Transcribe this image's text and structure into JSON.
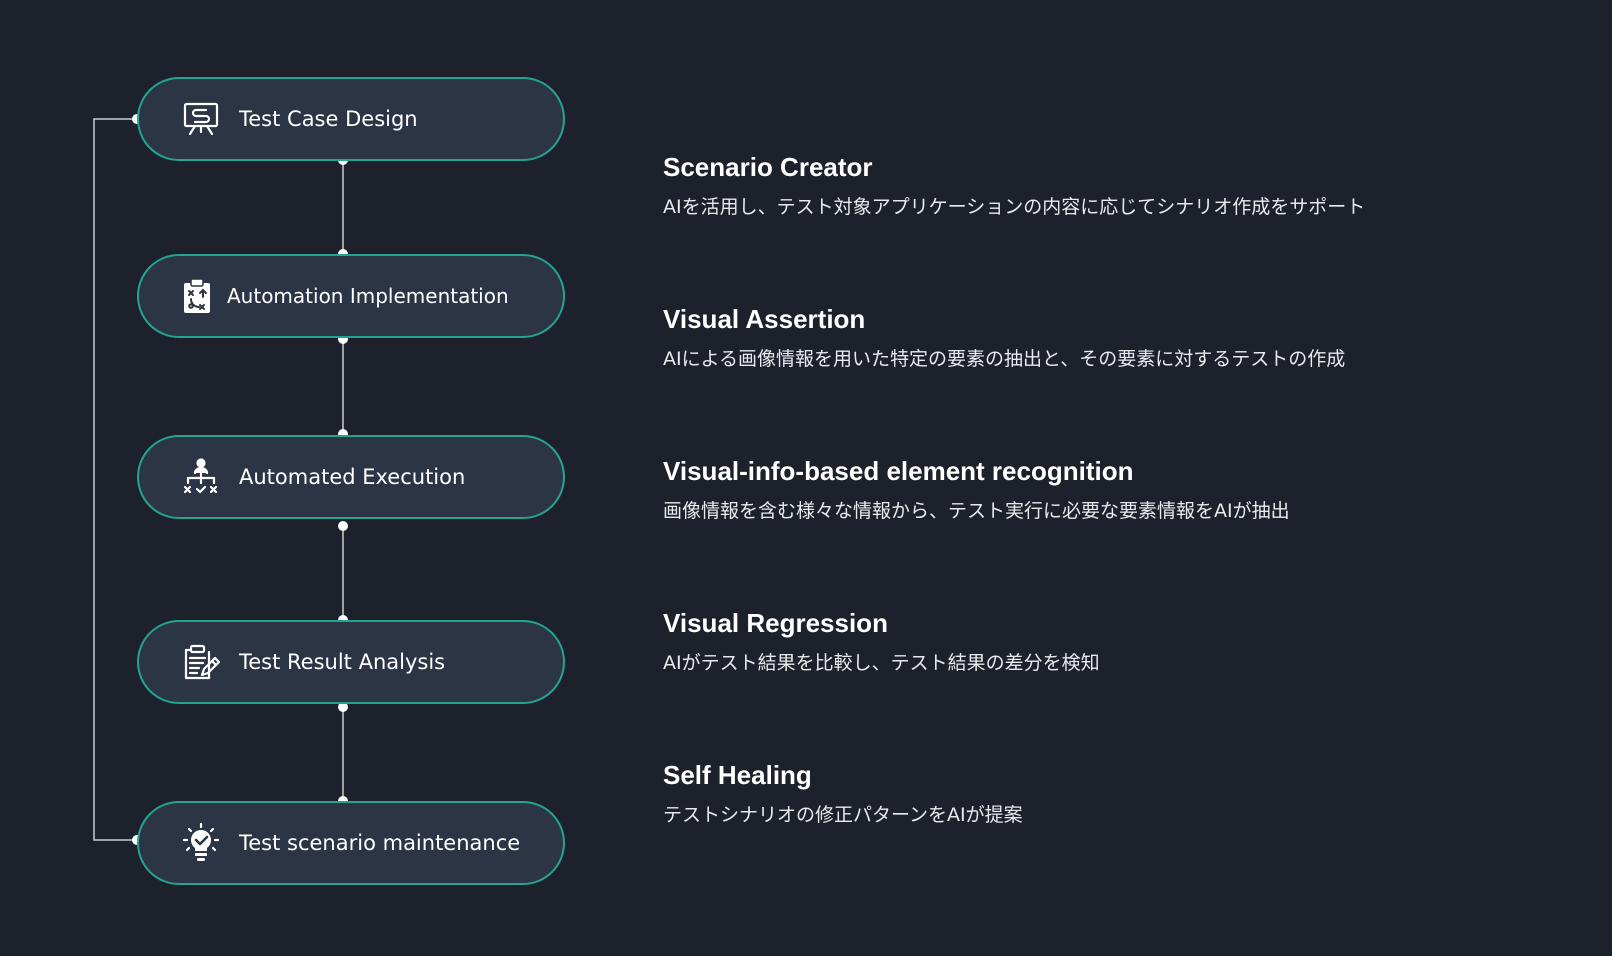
{
  "steps": [
    {
      "label": "Test Case Design",
      "icon": "presentation-board-icon"
    },
    {
      "label": "Automation Implementation",
      "icon": "clipboard-strategy-icon"
    },
    {
      "label": "Automated Execution",
      "icon": "hierarchy-flow-icon"
    },
    {
      "label": "Test Result Analysis",
      "icon": "clipboard-edit-icon"
    },
    {
      "label": "Test scenario maintenance",
      "icon": "lightbulb-check-icon"
    }
  ],
  "features": [
    {
      "title": "Scenario Creator",
      "description": "AIを活用し、テスト対象アプリケーションの内容に応じてシナリオ作成をサポート"
    },
    {
      "title": "Visual Assertion",
      "description": "AIによる画像情報を用いた特定の要素の抽出と、その要素に対するテストの作成"
    },
    {
      "title": "Visual-info-based element recognition",
      "description": "画像情報を含む様々な情報から、テスト実行に必要な要素情報をAIが抽出"
    },
    {
      "title": "Visual Regression",
      "description": "AIがテスト結果を比較し、テスト結果の差分を検知"
    },
    {
      "title": "Self Healing",
      "description": "テストシナリオの修正パターンをAIが提案"
    }
  ],
  "colors": {
    "background": "#1d212c",
    "pill_fill": "#2c3545",
    "pill_border": "#22a58f",
    "connector": "#c9ccd2",
    "text": "#ffffff"
  }
}
